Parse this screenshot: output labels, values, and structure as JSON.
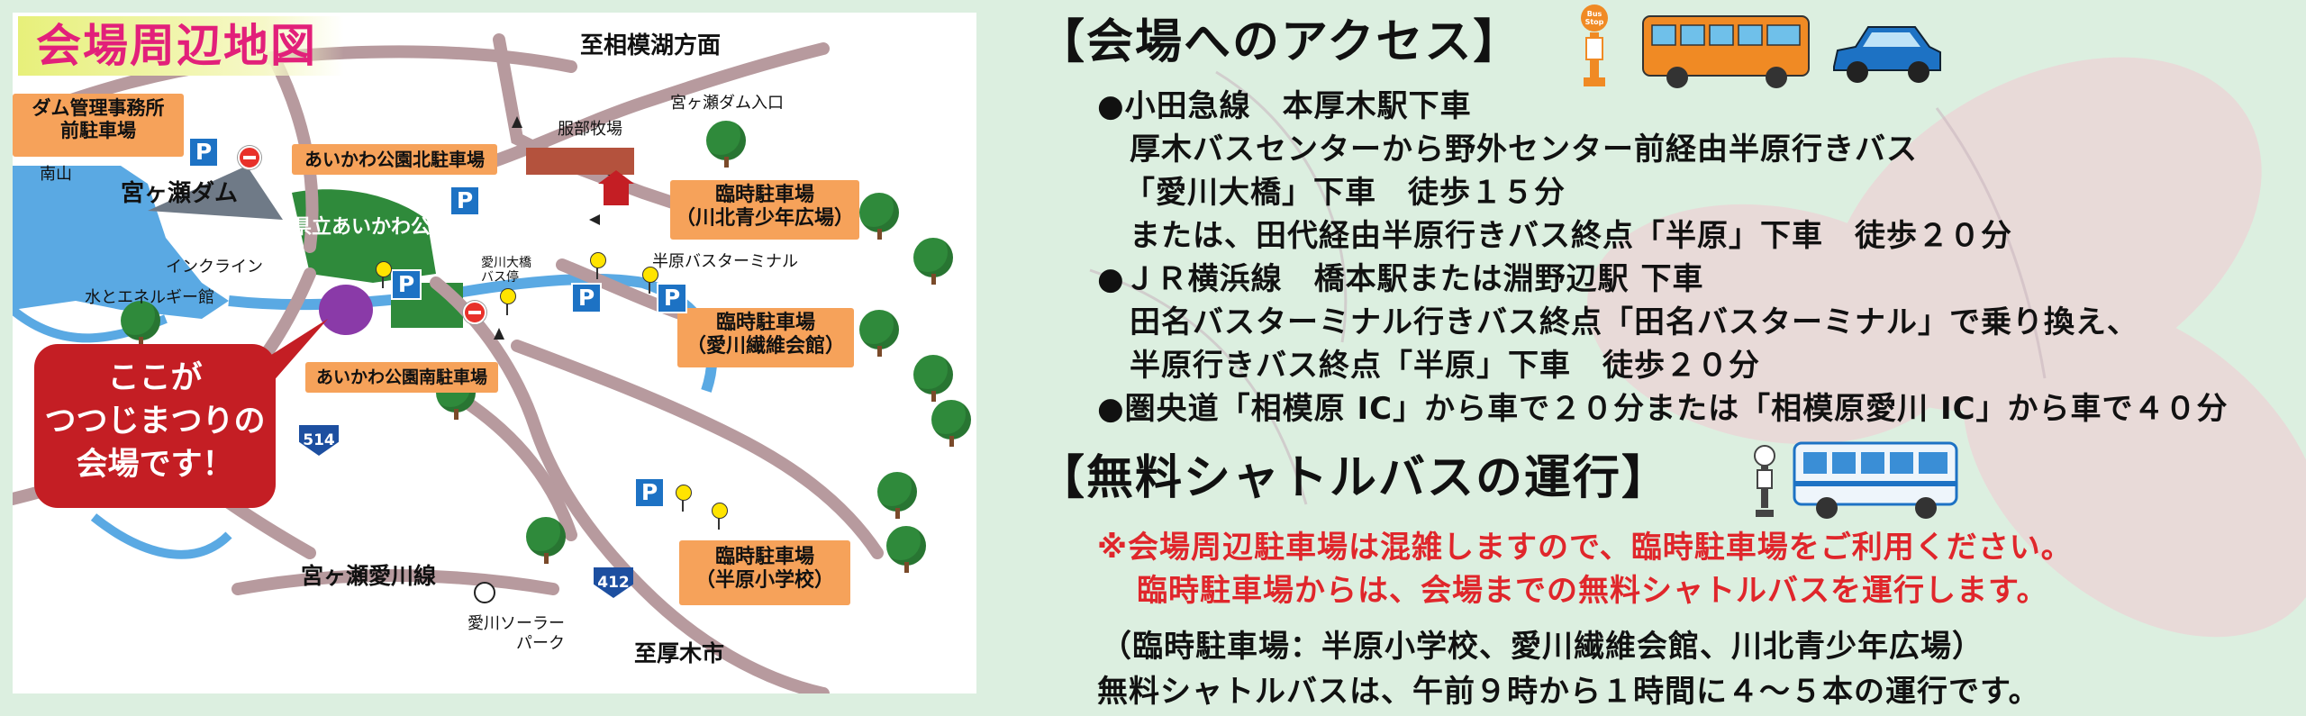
{
  "map": {
    "title": "会場周辺地図",
    "labels": {
      "to_sagamiko": "至相模湖方面",
      "dam_entrance": "宮ヶ瀬ダム入口",
      "hattori_farm": "服部牧場",
      "minamiyama": "南山",
      "miyagase_dam": "宮ヶ瀬ダム",
      "park": "県立あいかわ公園",
      "incline": "インクライン",
      "water_energy": "水とエネルギー館",
      "oohashi_bus_stop": "愛川大橋\nバス停",
      "hanbara_terminal": "半原バスターミナル",
      "miyagase_aikawa_line": "宮ヶ瀬愛川線",
      "solar_park": "愛川ソーラー\nパーク",
      "to_atsugi": "至厚木市",
      "route_514": "514",
      "route_412": "412"
    },
    "boxes": {
      "dam_office_parking": "ダム管理事務所\n前駐車場",
      "north_parking": "あいかわ公園北駐車場",
      "south_parking": "あいかわ公園南駐車場",
      "temp_kawakita": "臨時駐車場\n（川北青少年広場）",
      "temp_textile": "臨時駐車場\n（愛川繊維会館）",
      "temp_school": "臨時駐車場\n（半原小学校）"
    },
    "venue_callout": "ここが\nつつじまつりの\n会場です！",
    "p_label": "P",
    "colors": {
      "road": "#b79a9e",
      "water": "#5aa9e3",
      "park": "#2f8a3b",
      "callout": "#c41e24",
      "box": "#f6a25a"
    }
  },
  "access": {
    "heading": "【会場へのアクセス】",
    "lines": [
      "●小田急線　本厚木駅下車",
      "厚木バスセンターから野外センター前経由半原行きバス",
      "「愛川大橋」下車　徒歩１５分",
      "または、田代経由半原行きバス終点「半原」下車　徒歩２０分",
      "●ＪＲ横浜線　橋本駅または淵野辺駅 下車",
      "田名バスターミナル行きバス終点「田名バスターミナル」で乗り換え、",
      "半原行きバス終点「半原」下車　徒歩２０分",
      "●圏央道「相模原 IC」から車で２０分または「相模原愛川 IC」から車で４０分"
    ],
    "bus_stop_sign": "Bus Stop"
  },
  "shuttle": {
    "heading": "【無料シャトルバスの運行】",
    "notice": [
      "※会場周辺駐車場は混雑しますので、臨時駐車場をご利用ください。",
      "臨時駐車場からは、会場までの無料シャトルバスを運行します。"
    ],
    "lots": "（臨時駐車場：半原小学校、愛川繊維会館、川北青少年広場）",
    "schedule": "無料シャトルバスは、午前９時から１時間に４～５本の運行です。"
  }
}
